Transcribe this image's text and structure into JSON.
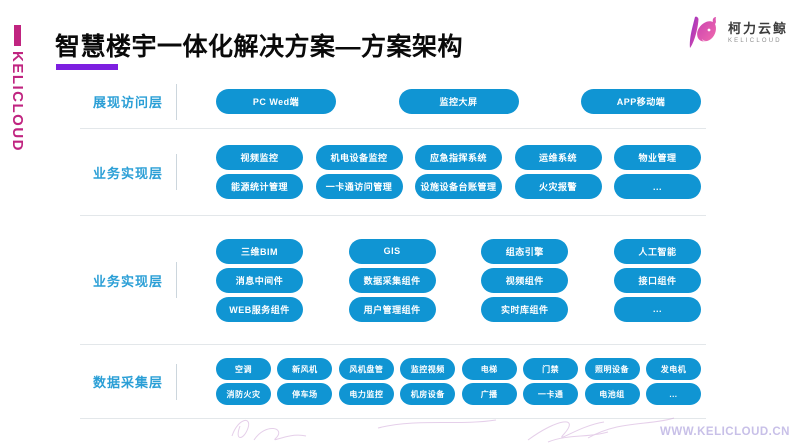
{
  "brand": {
    "vertical_text": "KELICLOUD"
  },
  "header": {
    "title": "智慧楼宇一体化解决方案—方案架构"
  },
  "logo": {
    "name": "柯力云鲸",
    "subtitle": "KELICLOUD"
  },
  "layers": [
    {
      "label": "展现访问层",
      "rows": [
        [
          "PC Wed端",
          "监控大屏",
          "APP移动端"
        ]
      ]
    },
    {
      "label": "业务实现层",
      "rows": [
        [
          "视频监控",
          "机电设备监控",
          "应急指挥系统",
          "运维系统",
          "物业管理"
        ],
        [
          "能源统计管理",
          "一卡通访问管理",
          "设施设备台账管理",
          "火灾报警",
          "..."
        ]
      ]
    },
    {
      "label": "业务实现层",
      "rows": [
        [
          "三维BIM",
          "GIS",
          "组态引擎",
          "人工智能"
        ],
        [
          "消息中间件",
          "数据采集组件",
          "视频组件",
          "接口组件"
        ],
        [
          "WEB服务组件",
          "用户管理组件",
          "实时库组件",
          "..."
        ]
      ]
    },
    {
      "label": "数据采集层",
      "rows": [
        [
          "空调",
          "新风机",
          "风机盘管",
          "监控视频",
          "电梯",
          "门禁",
          "照明设备",
          "发电机"
        ],
        [
          "消防火灾",
          "停车场",
          "电力监控",
          "机房设备",
          "广播",
          "一卡通",
          "电池组",
          "..."
        ]
      ]
    }
  ],
  "footer": {
    "url": "WWW.KELICLOUD.CN"
  },
  "colors": {
    "pill_blue": "#1095d3",
    "label_blue": "#2b9fd6",
    "brand_magenta": "#c02480",
    "underline_purple": "#7d1fe0",
    "divider_gray": "#e3e7ea",
    "url_lavender": "#c8c0e8",
    "logo_gradient_start": "#8b2fc9",
    "logo_gradient_end": "#ed4fa0"
  }
}
